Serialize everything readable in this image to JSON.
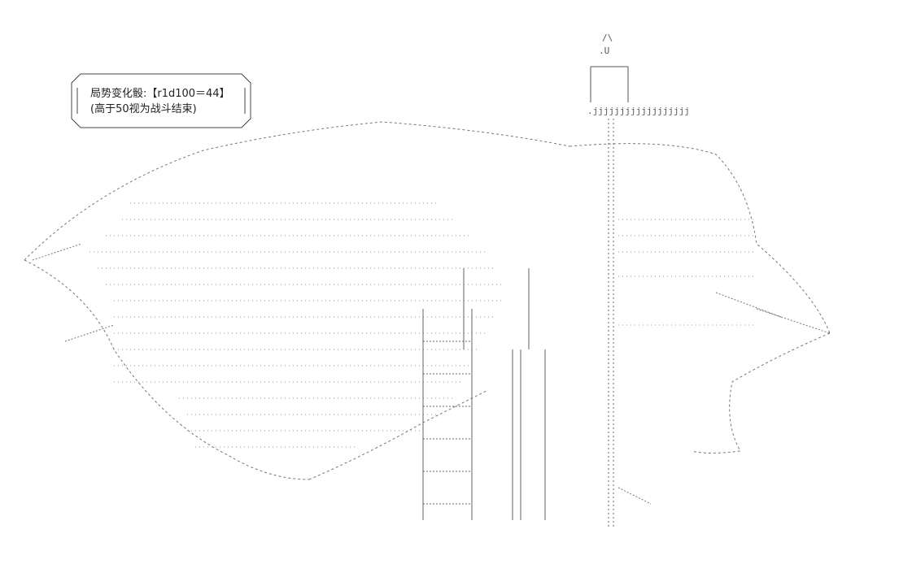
{
  "caption": {
    "line1": "局势变化骰:【r1d100＝44】",
    "line2": "(高于50视为战斗结束)"
  },
  "art": {
    "castle_flag_top": "/\\",
    "castle_flag_u": ".U",
    "castle_battlements": ".jjjjjjjjjjjjjjjjjj"
  }
}
